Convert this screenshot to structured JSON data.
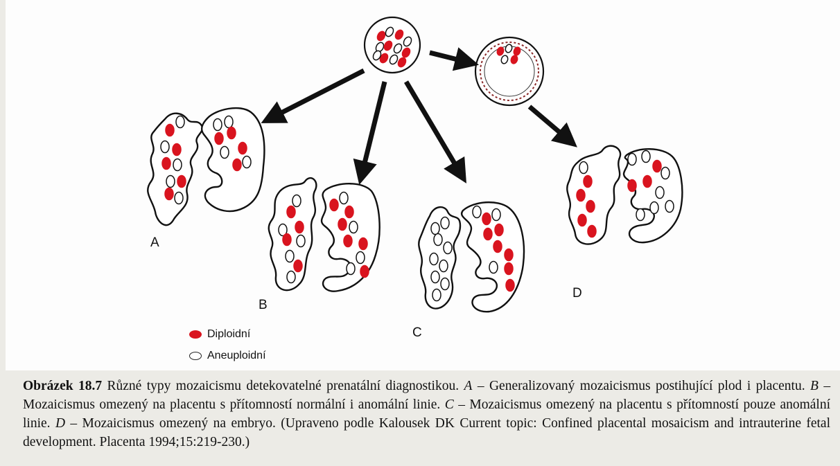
{
  "panels": {
    "a": "A",
    "b": "B",
    "c": "C",
    "d": "D"
  },
  "legend": {
    "diploid": "Diploidní",
    "aneuploid": "Aneuploidní"
  },
  "colors": {
    "diploid_fill": "#d9141f",
    "aneuploid_fill": "#ffffff",
    "outline": "#111111"
  },
  "caption": {
    "label": "Obrázek 18.7",
    "intro": "Různé typy mozaicismu detekovatelné prenatální diagnostikou.",
    "a_letter": "A",
    "a_text": "– Generalizovaný mozaicismus postihující plod i placentu.",
    "b_letter": "B",
    "b_text": "– Mozaicismus omezený na placentu s přítomností normální i anomální linie.",
    "c_letter": "C",
    "c_text": "– Mozaicismus omezený na placentu s přítomností pouze anomální linie.",
    "d_letter": "D",
    "d_text": "– Mozaicismus omezený na embryo. (Upraveno podle Kalousek DK Current topic: Confined placental mosaicism and intrauterine fetal development. Placenta 1994;15:219-230.)"
  }
}
